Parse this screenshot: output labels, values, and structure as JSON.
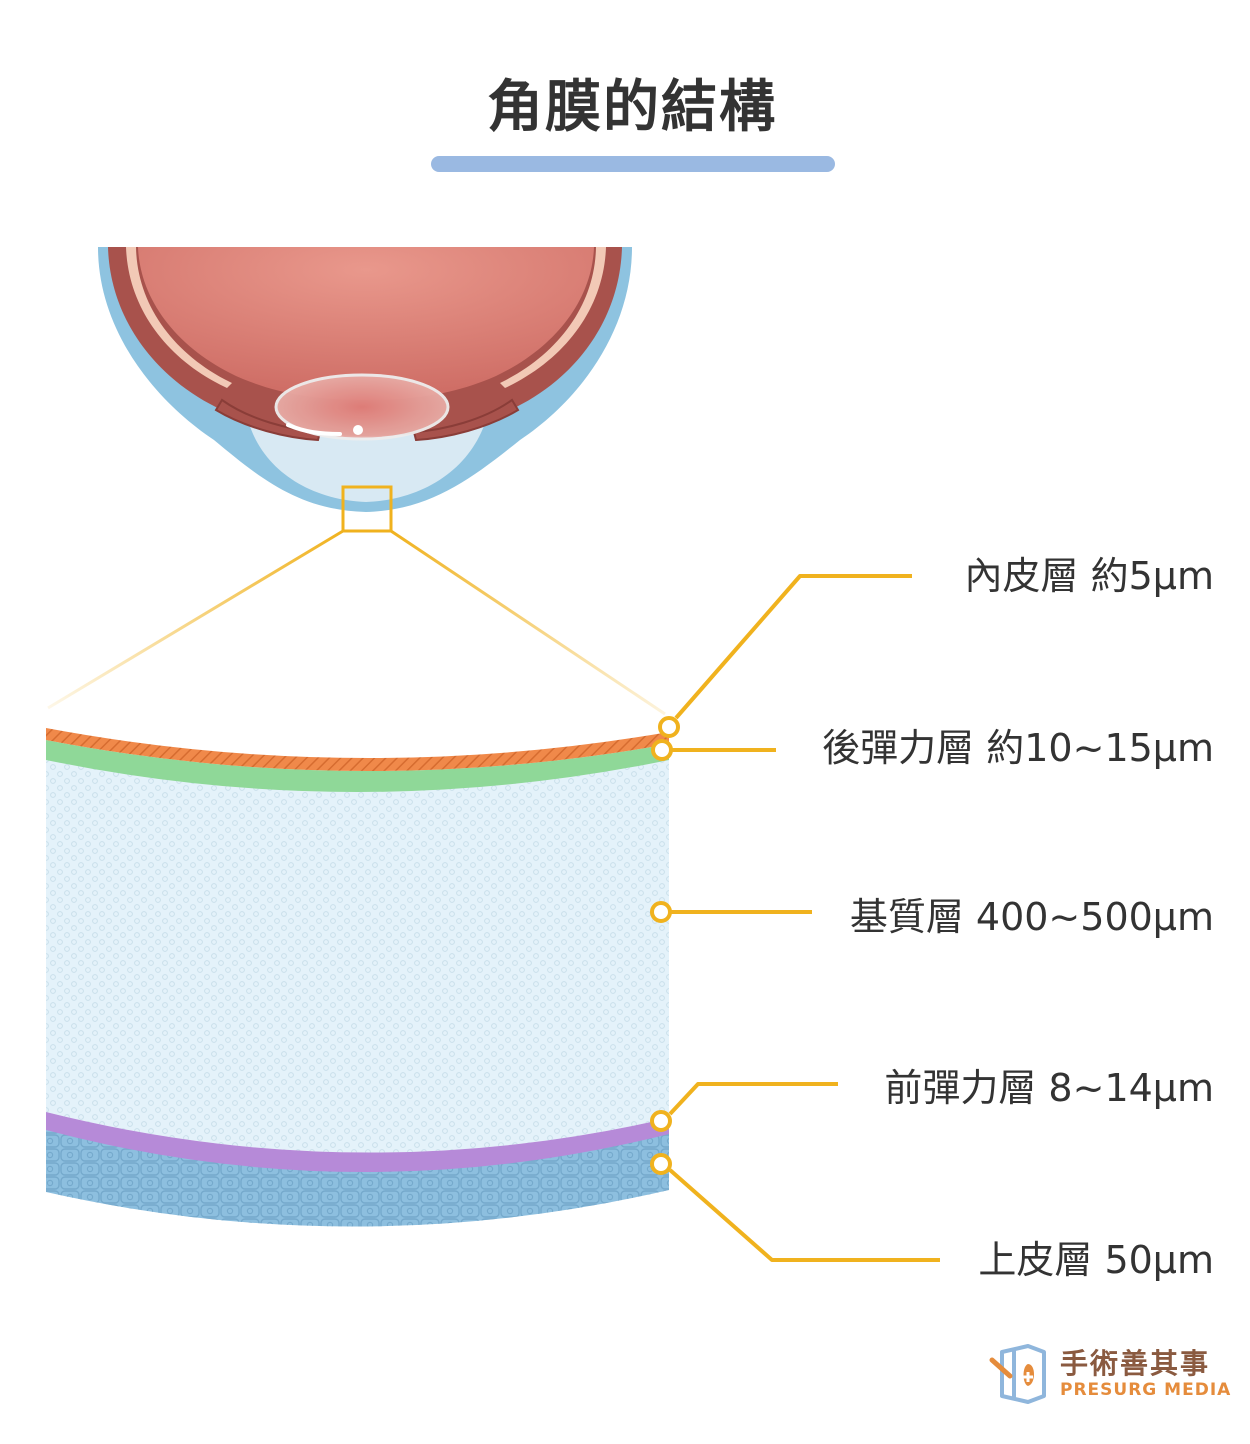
{
  "title": "角膜的結構",
  "layers": [
    {
      "id": "endothelium",
      "label": "內皮層 約5μm",
      "color": "#f0894a"
    },
    {
      "id": "descemet",
      "label": "後彈力層 約10~15μm",
      "color": "#8fd898"
    },
    {
      "id": "stroma",
      "label": "基質層 400~500μm",
      "color": "#e4f2fa"
    },
    {
      "id": "bowman",
      "label": "前彈力層 8~14μm",
      "color": "#b68ad8"
    },
    {
      "id": "epithelium",
      "label": "上皮層 50μm",
      "color": "#8dbfdf"
    }
  ],
  "colors": {
    "title_bar": "#9ab9e2",
    "callout": "#f0b21e",
    "eye_outer": "#8ec3e0",
    "eye_inner": "#e2948a"
  },
  "brand": {
    "name": "手術善其事",
    "subtitle": "PRESURG MEDIA",
    "icon": "presurg-logo-icon"
  }
}
